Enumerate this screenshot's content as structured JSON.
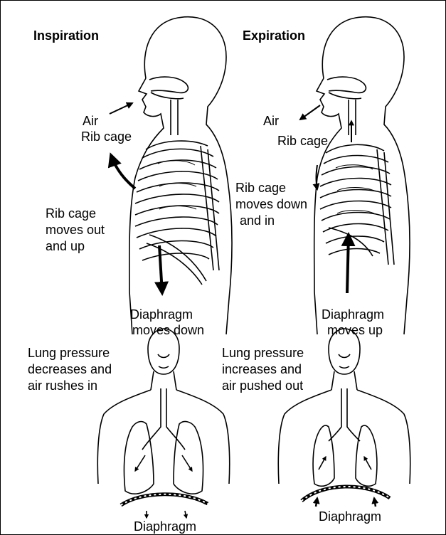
{
  "inspiration": {
    "heading": "Inspiration",
    "air": "Air",
    "rib_cage": "Rib cage",
    "rib_cage_motion": [
      "Rib cage",
      "moves out",
      "and up"
    ],
    "diaphragm_motion": [
      "Diaphragm",
      "moves down"
    ],
    "lung_pressure": [
      "Lung pressure",
      "decreases and",
      "air rushes in"
    ],
    "diaphragm": "Diaphragm"
  },
  "expiration": {
    "heading": "Expiration",
    "air": "Air",
    "rib_cage": "Rib cage",
    "rib_cage_motion": [
      "Rib cage",
      "moves down",
      "and in"
    ],
    "diaphragm_motion": [
      "Diaphragm",
      "moves up"
    ],
    "lung_pressure": [
      "Lung pressure",
      "increases and",
      "air pushed out"
    ],
    "diaphragm": "Diaphragm"
  }
}
